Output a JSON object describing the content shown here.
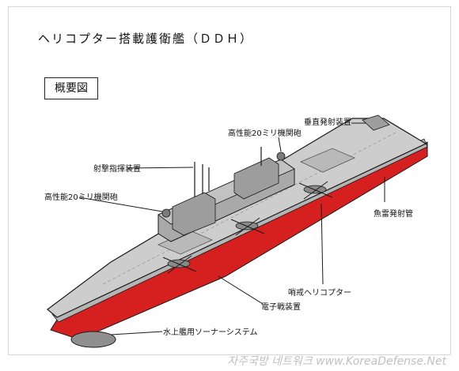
{
  "title": "ヘリコプター搭載護衛艦（ＤＤＨ）",
  "summary_label": "概要図",
  "labels": {
    "vertical_launcher": "垂直発射装置",
    "ciws_rear": "高性能20ミリ機関砲",
    "fire_control": "射撃指揮装置",
    "ciws_front": "高性能20ミリ機関砲",
    "torpedo_tubes": "魚雷発射管",
    "patrol_helicopter": "哨戒ヘリコプター",
    "electronic_warfare": "電子戦装置",
    "sonar_system": "水上艦用ソーナーシステム"
  },
  "watermark": "자주국방 네트워크 www.KoreaDefense.Net",
  "colors": {
    "deck": "#c8c8c8",
    "hull_red": "#d62020",
    "hull_gray": "#bdbdbd",
    "island": "#a9a9a9",
    "outline": "#1a1a1a"
  }
}
